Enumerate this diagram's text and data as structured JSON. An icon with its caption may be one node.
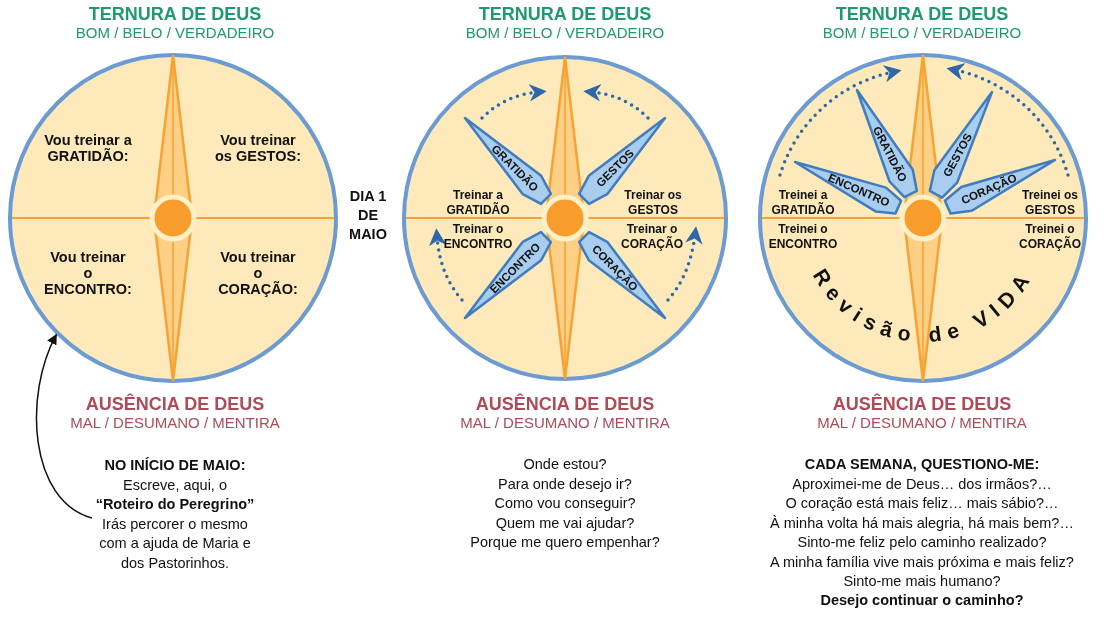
{
  "diagram": {
    "nodes": [
      {
        "text": [],
        "shape": "circle"
      },
      {
        "text": [],
        "shape": "circle"
      },
      {
        "text": [
          "GRATIDÃO"
        ],
        "in": 1
      },
      {
        "text": [
          "GESTOS"
        ],
        "in": 1
      },
      {
        "text": [
          "ENCONTRO"
        ],
        "in": 1
      },
      {
        "text": [
          "CORAÇÃO"
        ],
        "in": 1
      },
      {
        "text": [],
        "shape": "circle"
      },
      {
        "text": [
          "GRATIDÃO"
        ],
        "in": 6
      },
      {
        "text": [
          "GESTOS"
        ],
        "in": 6
      },
      {
        "text": [
          "ENCONTRO"
        ],
        "in": 6
      },
      {
        "text": [
          "CORAÇÃO"
        ],
        "in": 6
      },
      {
        "text": [
          "NO INÍCIO DE MAIO:",
          "Escreve, aqui, o **“Roteiro do Peregrino”** Irás percorer o mesmo com a ajuda de Maria e dos Pastorinhos."
        ]
      }
    ],
    "edges": [
      {
        "from": 11,
        "to": 0,
        "arrow": "to"
      }
    ],
    "labels": [
      "TERNURA DE DEUS",
      "BOM / BELO / VERDADEIRO",
      "Vou treinar a GRATIDÃO:",
      "Vou treinar os GESTOS:",
      "Vou treinar o ENCONTRO:",
      "Vou treinar o CORAÇÃO:",
      "AUSÊNCIA DE DEUS",
      "MAL / DESUMANO / MENTIRA",
      "DIA 1 DE MAIO",
      "TERNURA DE DEUS",
      "BOM / BELO / VERDADEIRO",
      "Treinar a GRATIDÃO",
      "Treinar os GESTOS",
      "Treinar o ENCONTRO",
      "Treinar o CORAÇÃO",
      "AUSÊNCIA DE DEUS",
      "MAL / DESUMANO / MENTIRA",
      "Onde estou?",
      "Para onde desejo ir?",
      "Como vou conseguir?",
      "Quem me vai ajudar?",
      "Porque me quero empenhar?",
      "TERNURA DE DEUS",
      "BOM / BELO / VERDADEIRO",
      "Treinei a GRATIDÃO",
      "Treinei os GESTOS",
      "Treinei o ENCONTRO",
      "Treinei o CORAÇÃO",
      "Revisão de VIDA",
      "AUSÊNCIA DE DEUS",
      "MAL / DESUMANO / MENTIRA",
      "CADA SEMANA, QUESTIONO-ME:",
      "Aproximei-me de Deus… dos irmãos?…",
      "O coração está mais feliz… mais sábio?…",
      "À minha volta há mais alegria, há mais bem?…",
      "Sinto-me feliz pelo caminho realizado?",
      "A minha família vive mais próxima e mais feliz?",
      "Sinto-me mais humano?",
      "Desejo continuar o caminho?"
    ]
  }
}
